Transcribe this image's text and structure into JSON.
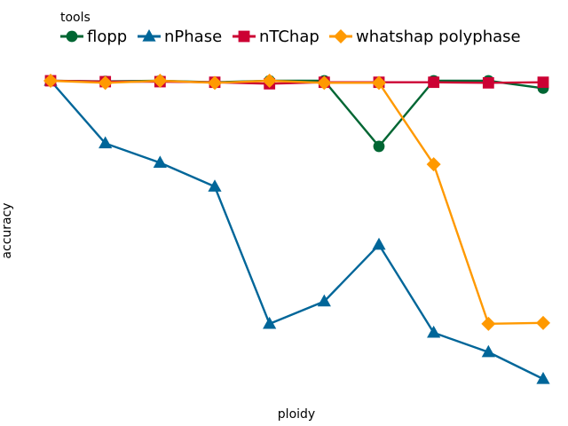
{
  "chart_data": {
    "type": "line",
    "title": "",
    "xlabel": "ploidy",
    "ylabel": "accuracy",
    "legend_title": "tools",
    "legend_position": "top",
    "grid": false,
    "x_tick_labels_shown": false,
    "y_tick_labels_shown": false,
    "x": [
      1,
      2,
      3,
      4,
      5,
      6,
      7,
      8,
      9,
      10
    ],
    "xlim": [
      1,
      10
    ],
    "ylim": [
      0.0,
      1.0
    ],
    "series": [
      {
        "name": "flopp",
        "color": "#006633",
        "marker": "circle",
        "values": [
          1.0,
          0.998,
          1.0,
          0.995,
          1.0,
          1.0,
          0.78,
          1.0,
          1.0,
          0.975
        ]
      },
      {
        "name": "nPhase",
        "color": "#006699",
        "marker": "triangle",
        "values": [
          1.0,
          0.79,
          0.725,
          0.645,
          0.185,
          0.26,
          0.45,
          0.155,
          0.09,
          0.0
        ]
      },
      {
        "name": "nTChap",
        "color": "#cc0033",
        "marker": "square",
        "values": [
          1.0,
          0.997,
          0.997,
          0.995,
          0.99,
          0.995,
          0.995,
          0.995,
          0.993,
          0.995
        ]
      },
      {
        "name": "whatshap polyphase",
        "color": "#ff9900",
        "marker": "diamond",
        "values": [
          1.0,
          0.993,
          1.0,
          0.993,
          1.0,
          0.993,
          0.993,
          0.72,
          0.185,
          0.188
        ]
      }
    ]
  }
}
